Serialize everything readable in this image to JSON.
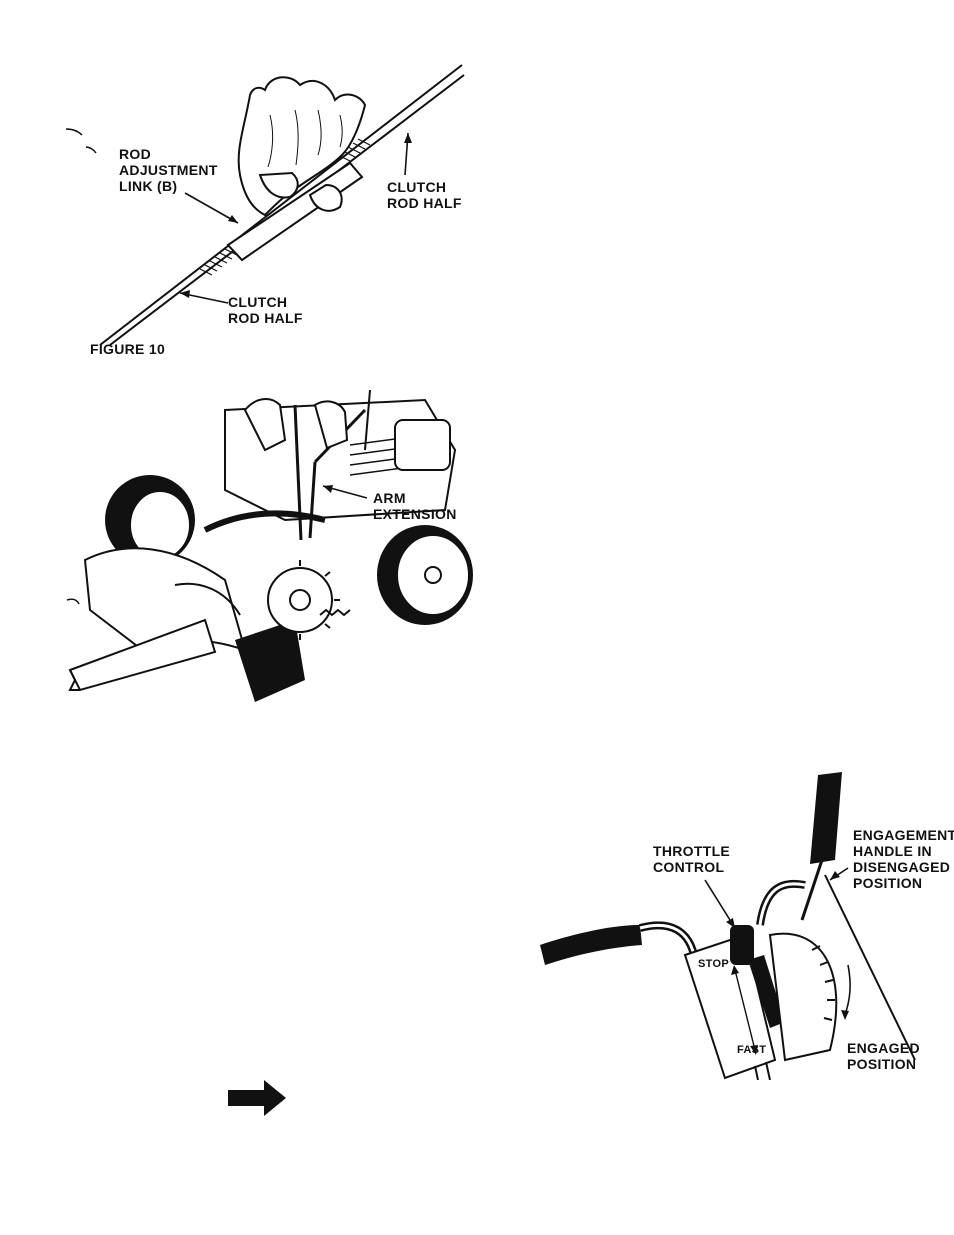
{
  "figure10": {
    "rod_adjustment_link": [
      "ROD",
      "ADJUSTMENT",
      "LINK (B)"
    ],
    "clutch_rod_half_upper": [
      "CLUTCH",
      "ROD HALF"
    ],
    "clutch_rod_half_lower": [
      "CLUTCH",
      "ROD HALF"
    ],
    "caption": "FIGURE 10"
  },
  "figure11": {
    "arm_extension": [
      "ARM",
      "EXTENSION"
    ]
  },
  "figure12": {
    "throttle_control": [
      "THROTTLE",
      "CONTROL"
    ],
    "engagement_handle": [
      "ENGAGEMENT",
      "HANDLE IN",
      "DISENGAGED",
      "POSITION"
    ],
    "stop": "STOP",
    "fast": "FAST",
    "engaged_position": [
      "ENGAGED",
      "POSITION"
    ]
  },
  "next_page_arrow": "arrow-right-icon"
}
